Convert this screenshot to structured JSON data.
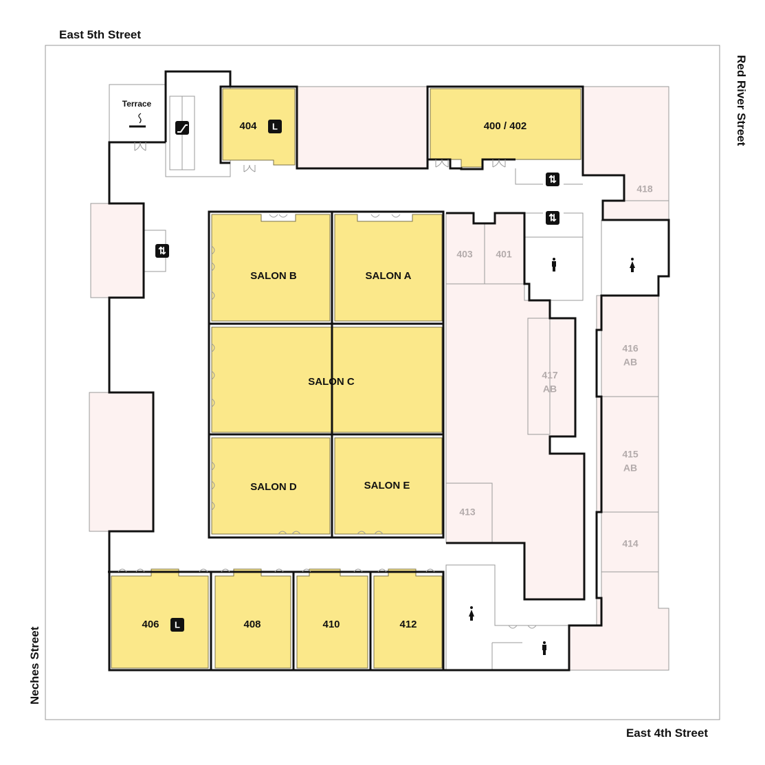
{
  "streets": {
    "north": "East 5th Street",
    "east": "Red River Street",
    "south": "East 4th Street",
    "west": "Neches Street"
  },
  "rooms": {
    "terrace": "Terrace",
    "r404": "404",
    "r400_402": "400 / 402",
    "r418": "418",
    "salon_a": "SALON A",
    "salon_b": "SALON B",
    "salon_c": "SALON C",
    "salon_d": "SALON D",
    "salon_e": "SALON E",
    "r403": "403",
    "r401": "401",
    "r417": [
      "417",
      "AB"
    ],
    "r416": [
      "416",
      "AB"
    ],
    "r415": [
      "415",
      "AB"
    ],
    "r414": "414",
    "r413": "413",
    "r406": "406",
    "r408": "408",
    "r410": "410",
    "r412": "412"
  },
  "badges": {
    "lounge": "L"
  },
  "colors": {
    "meeting_room": "#fbe88a",
    "other_space": "#fdf2f1",
    "wall": "#111111"
  },
  "icons": [
    "smoking-icon",
    "escalator-icon",
    "elevator-icon",
    "mens-restroom-icon",
    "womens-restroom-icon"
  ]
}
